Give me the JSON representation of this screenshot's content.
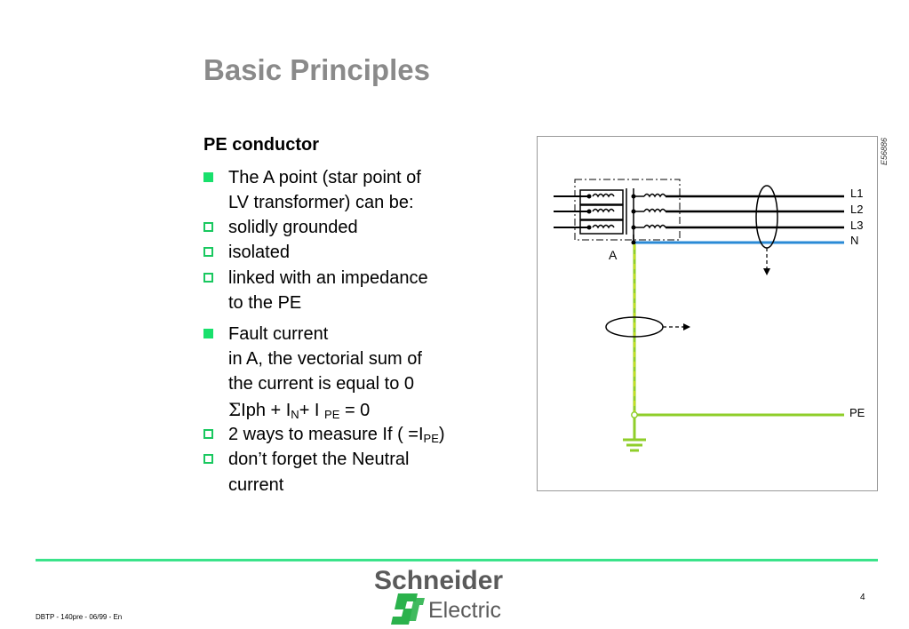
{
  "slide": {
    "title": "Basic Principles",
    "subtitle": "PE conductor",
    "bullets": [
      {
        "style": "filled",
        "lines": [
          "The A point (star point of",
          "LV transformer) can be:"
        ]
      },
      {
        "style": "hollow",
        "lines": [
          "solidly grounded"
        ]
      },
      {
        "style": "hollow",
        "lines": [
          "isolated"
        ]
      },
      {
        "style": "hollow",
        "lines": [
          "linked with an impedance",
          "to the PE"
        ]
      },
      {
        "style": "filled",
        "lines": [
          "Fault current",
          "in A, the vectorial sum of",
          "the current is equal to 0"
        ]
      },
      {
        "style": "none",
        "formula": {
          "sigma": "Σ",
          "a": "Iph + I",
          "sub1": "N",
          "b": "+ I ",
          "sub2": "PE",
          "c": " = 0"
        }
      },
      {
        "style": "hollow",
        "formula2": {
          "a": "2 ways to measure If ( =I",
          "sub": "PE",
          "b": ")"
        }
      },
      {
        "style": "hollow",
        "lines": [
          "don’t forget the Neutral",
          "current"
        ]
      }
    ]
  },
  "diagram": {
    "code": "E56886",
    "labels": {
      "l1": "L1",
      "l2": "L2",
      "l3": "L3",
      "n": "N",
      "a": "A",
      "pe": "PE"
    },
    "colors": {
      "neutral": "#2a8ad6",
      "pe": "#8fce2a",
      "pe_dash": "#e8e81a"
    }
  },
  "footer": {
    "ref": "DBTP - 140pre - 06/99 - En",
    "page": "4",
    "brand_line1": "Schneider",
    "brand_line2": "Electric",
    "accent": "#3be38a"
  }
}
